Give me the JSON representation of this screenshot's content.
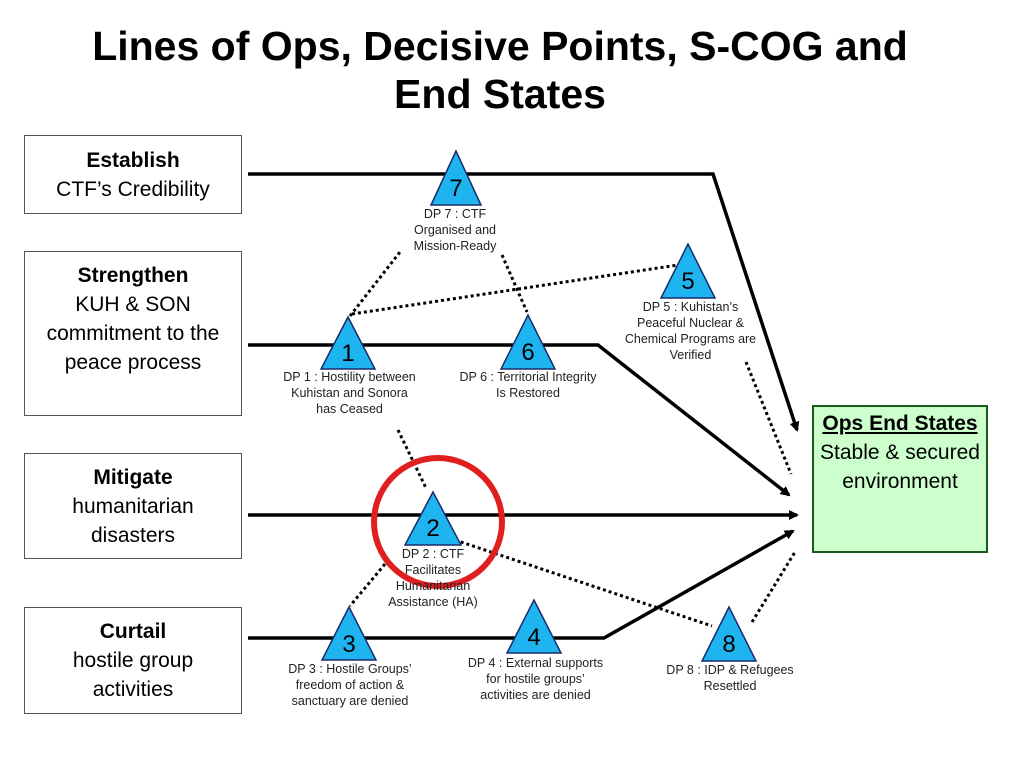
{
  "title": {
    "line1": "Lines of Ops, Decisive Points, S-COG and",
    "line2": "End States"
  },
  "lines_of_operation": [
    {
      "head": "Establish",
      "body": "CTF’s Credibility"
    },
    {
      "head": "Strengthen",
      "body": "KUH & SON commitment to the peace process"
    },
    {
      "head": "Mitigate",
      "body": "humanitarian disasters"
    },
    {
      "head": "Curtail",
      "body": "hostile group activities"
    }
  ],
  "end_state": {
    "head": "Ops End States",
    "body": "Stable & secured environment"
  },
  "decisive_points": [
    {
      "number": "7",
      "label": "DP 7 : CTF Organised and Mission-Ready"
    },
    {
      "number": "5",
      "label": "DP 5 : Kuhistan’s Peaceful Nuclear & Chemical Programs are Verified"
    },
    {
      "number": "1",
      "label": "DP 1 : Hostility between Kuhistan and Sonora has Ceased"
    },
    {
      "number": "6",
      "label": "DP 6 : Territorial Integrity Is Restored"
    },
    {
      "number": "2",
      "label": "DP 2 : CTF Facilitates Humanitarian Assistance (HA)"
    },
    {
      "number": "3",
      "label": "DP 3 : Hostile Groups’ freedom of action & sanctuary are denied"
    },
    {
      "number": "4",
      "label": "DP 4 : External supports for hostile groups’ activities are denied"
    },
    {
      "number": "8",
      "label": "DP 8 : IDP & Refugees Resettled"
    }
  ],
  "colors": {
    "triangle_fill": "#1eb4f0",
    "highlight_circle": "#e02020",
    "end_state_fill": "#ccffcc",
    "end_state_border": "#1a5c1a"
  },
  "highlighted_dp": "2"
}
